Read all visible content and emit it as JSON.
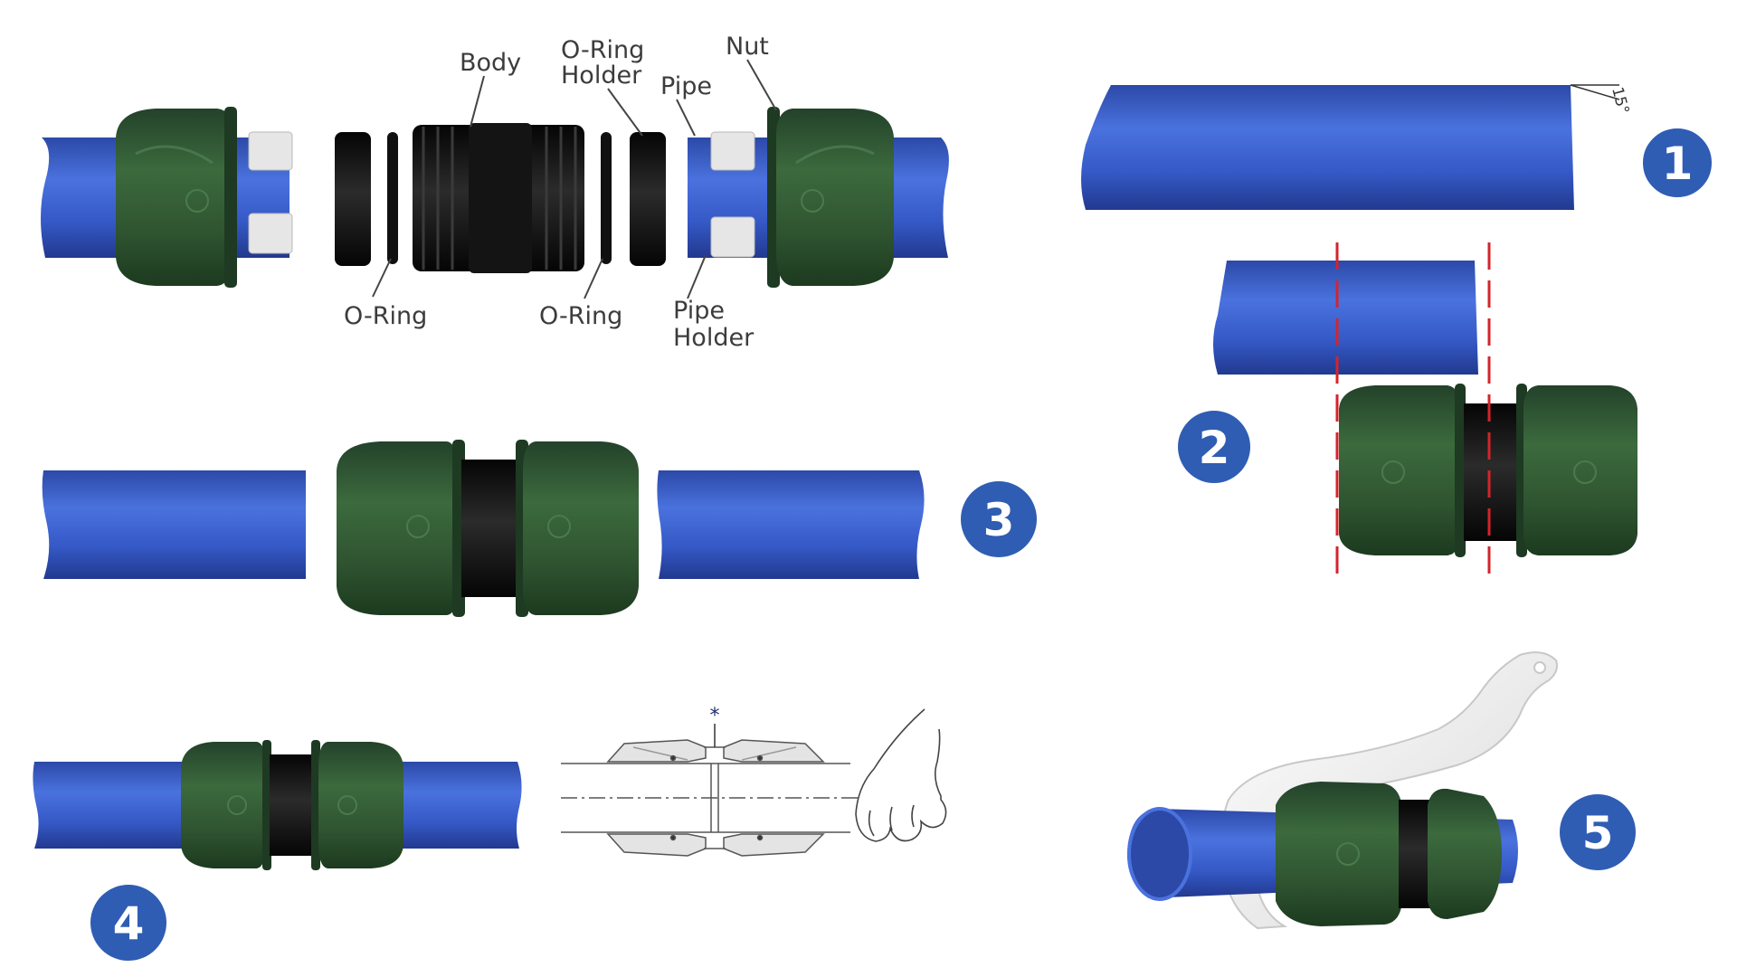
{
  "labels": {
    "body": "Body",
    "oring_holder_line1": "O-Ring",
    "oring_holder_line2": "Holder",
    "pipe": "Pipe",
    "nut": "Nut",
    "oring_left": "O-Ring",
    "oring_right": "O-Ring",
    "pipe_holder_line1": "Pipe",
    "pipe_holder_line2": "Holder"
  },
  "steps": [
    "1",
    "2",
    "3",
    "4",
    "5"
  ],
  "chamfer_angle": "15°",
  "section_marker": "*",
  "colors": {
    "pipe": "#3559c6",
    "pipe_dark": "#22398f",
    "nut": "#2f5430",
    "nut_dark": "#1c3a1f",
    "body": "#111111",
    "badge": "#2f5db3",
    "cut_line": "#d4242b",
    "holder": "#e7e7e7"
  },
  "icons": [
    "pipe-icon",
    "nut-icon",
    "o-ring-icon",
    "body-icon",
    "pipe-holder-icon",
    "hand-icon",
    "wrench-icon"
  ]
}
